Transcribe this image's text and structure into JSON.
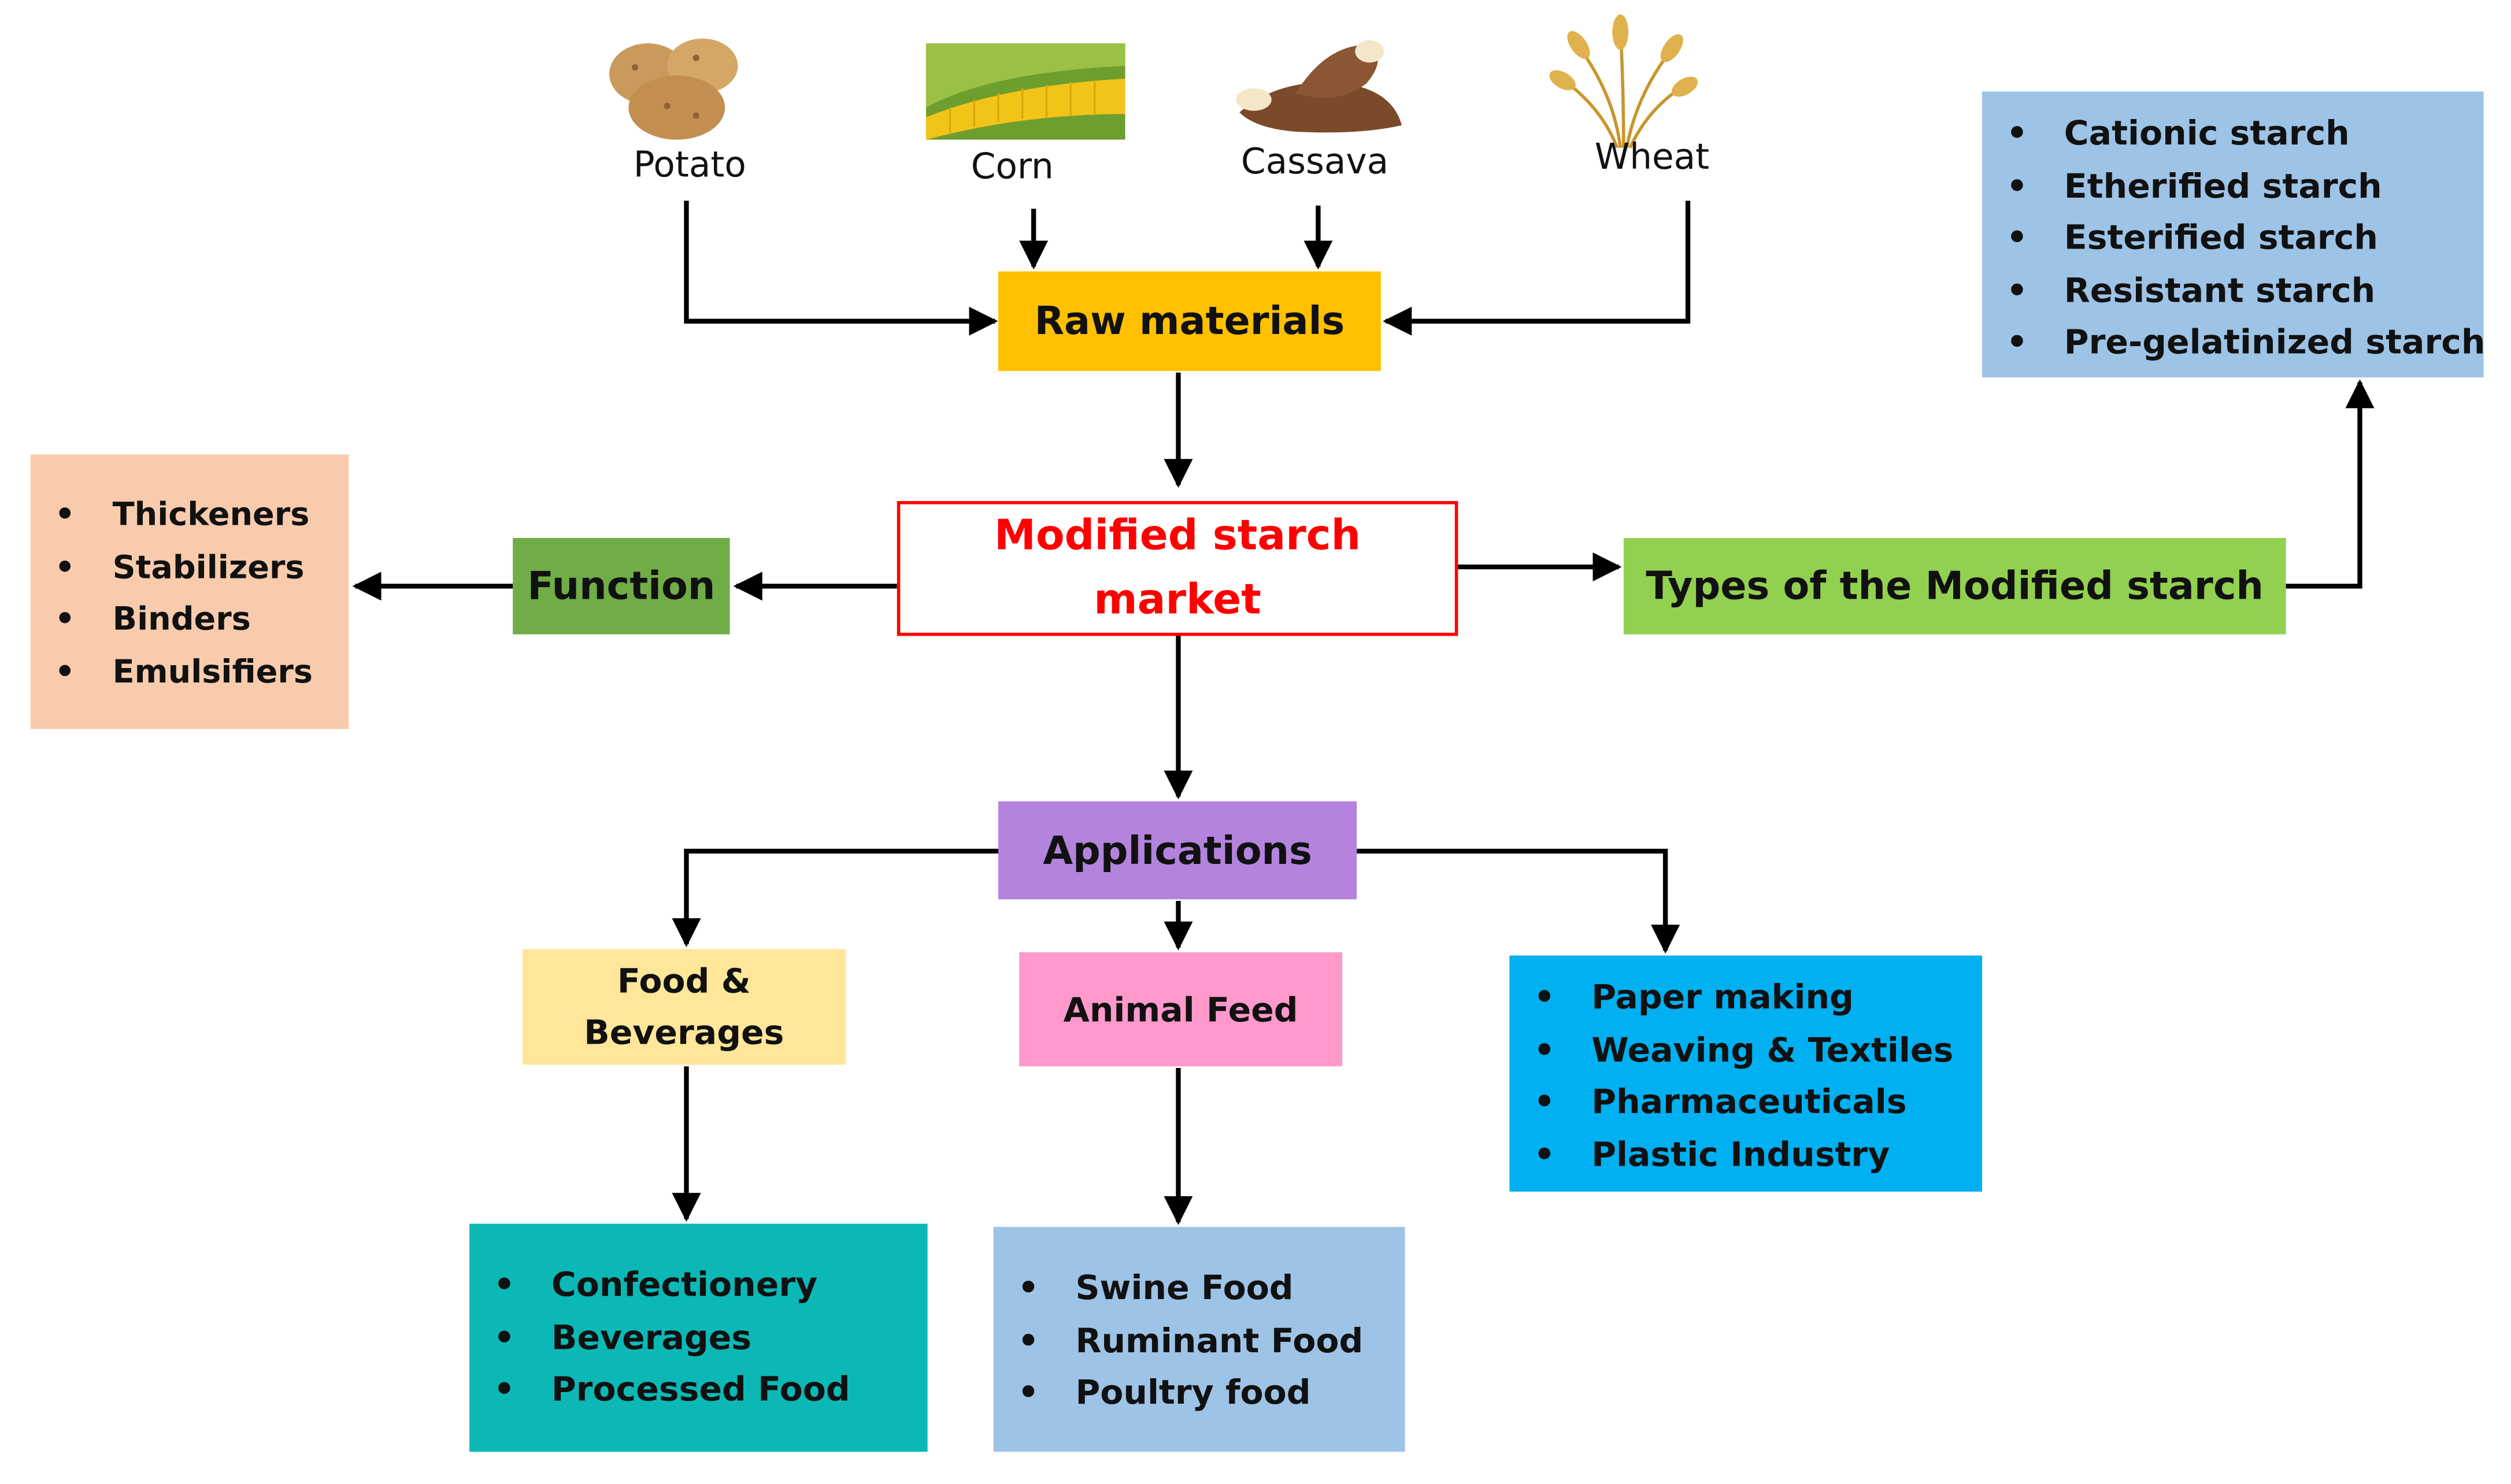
{
  "sources": {
    "potato": "Potato",
    "corn": "Corn",
    "cassava": "Cassava",
    "wheat": "Wheat"
  },
  "nodes": {
    "raw_materials": "Raw materials",
    "market_line1": "Modified starch",
    "market_line2": "market",
    "function": "Function",
    "types": "Types of the Modified starch",
    "applications": "Applications",
    "food_line1": "Food &",
    "food_line2": "Beverages",
    "animal_feed": "Animal Feed"
  },
  "lists": {
    "functions": [
      "Thickeners",
      "Stabilizers",
      "Binders",
      "Emulsifiers"
    ],
    "types": [
      "Cationic starch",
      "Etherified starch",
      "Esterified starch",
      "Resistant starch",
      "Pre-gelatinized starch"
    ],
    "industrial": [
      "Paper making",
      "Weaving & Textiles",
      "Pharmaceuticals",
      "Plastic Industry"
    ],
    "food": [
      "Confectionery",
      "Beverages",
      "Processed Food"
    ],
    "feed": [
      "Swine Food",
      "Ruminant Food",
      "Poultry food"
    ]
  },
  "colors": {
    "raw_materials": "#FFC000",
    "market_border": "#FF0000",
    "market_text": "#FF0000",
    "function": "#70AD47",
    "types": "#92D050",
    "applications": "#B383DE",
    "food": "#FFE699",
    "animal_feed": "#FF99CC",
    "functions_list": "#F8CBAD",
    "types_list": "#9DC3E6",
    "industrial_list": "#00B0F0",
    "food_list": "#0CB8B6",
    "feed_list": "#9DC3E6"
  }
}
